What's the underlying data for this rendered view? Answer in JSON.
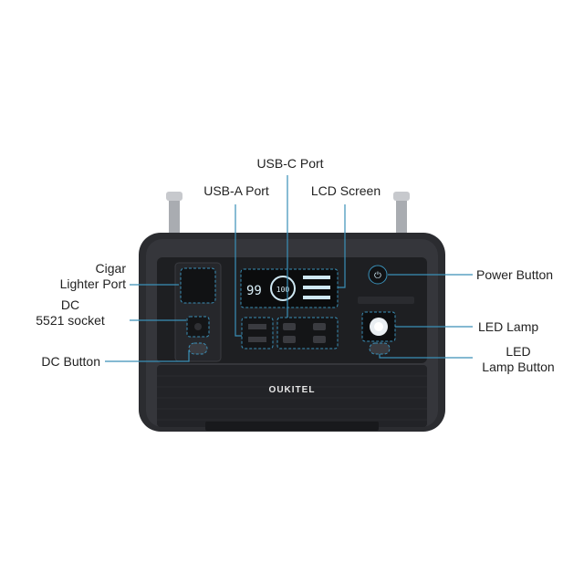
{
  "labels": {
    "usb_c_port": "USB-C Port",
    "usb_a_port": "USB-A Port",
    "lcd_screen": "LCD Screen",
    "cigar_lighter_port_line1": "Cigar",
    "cigar_lighter_port_line2": "Lighter Port",
    "dc_socket_line1": "DC",
    "dc_socket_line2": "5521 socket",
    "dc_button": "DC Button",
    "power_button": "Power Button",
    "led_lamp": "LED Lamp",
    "led_lamp_button_line1": "LED",
    "led_lamp_button_line2": "Lamp Button"
  },
  "device": {
    "brand": "OUKITEL",
    "screen_battery": "99",
    "screen_center": "100"
  },
  "colors": {
    "callout": "#3a8fb7",
    "body": "#2b2c30",
    "panel": "#1e1f22",
    "screen_text": "#d8eef7"
  }
}
